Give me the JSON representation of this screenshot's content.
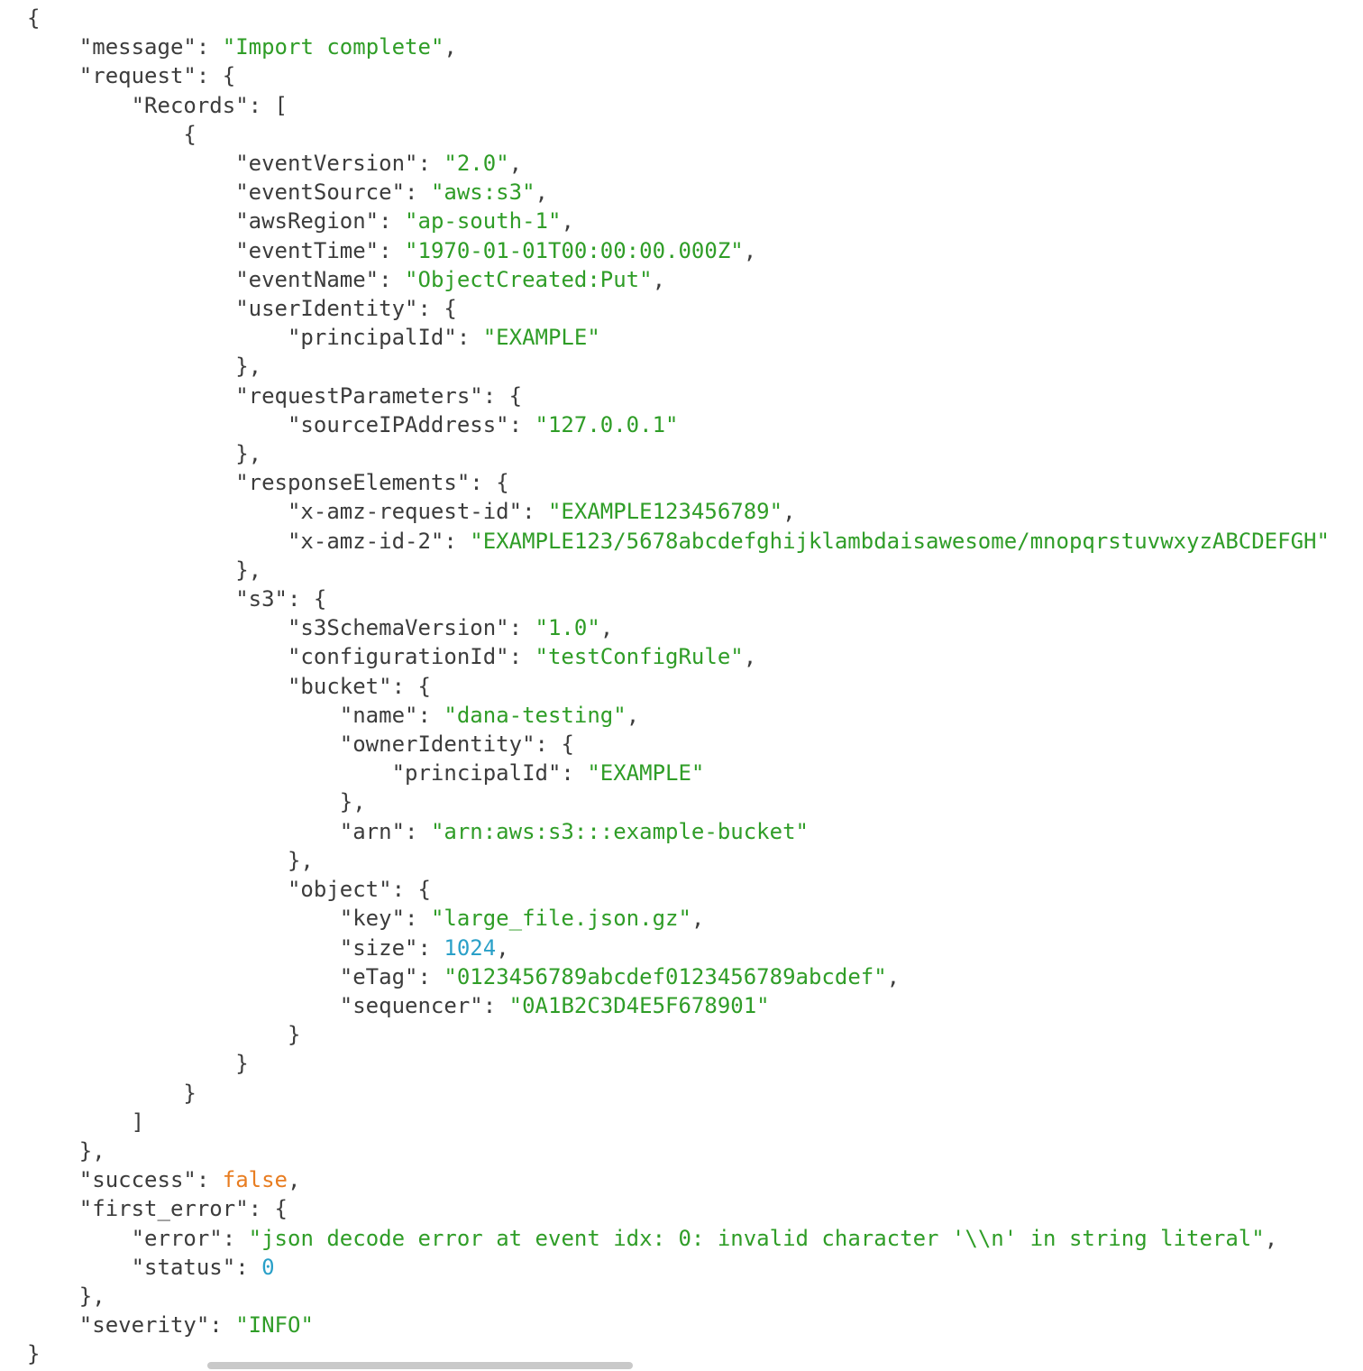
{
  "code_viewer": {
    "language": "json",
    "indent_size": 4,
    "token_colors": {
      "key": "#3c3c3c",
      "punctuation": "#3c3c3c",
      "string": "#2f9d27",
      "number": "#2aa0c8",
      "boolean": "#e87d21"
    },
    "lines": [
      [
        0,
        [
          "d",
          "{"
        ]
      ],
      [
        1,
        [
          "k",
          "\"message\""
        ],
        [
          "d",
          ": "
        ],
        [
          "s",
          "\"Import complete\""
        ],
        [
          "d",
          ","
        ]
      ],
      [
        1,
        [
          "k",
          "\"request\""
        ],
        [
          "d",
          ": "
        ],
        [
          "d",
          "{"
        ]
      ],
      [
        2,
        [
          "k",
          "\"Records\""
        ],
        [
          "d",
          ": "
        ],
        [
          "d",
          "["
        ]
      ],
      [
        3,
        [
          "d",
          "{"
        ]
      ],
      [
        4,
        [
          "k",
          "\"eventVersion\""
        ],
        [
          "d",
          ": "
        ],
        [
          "s",
          "\"2.0\""
        ],
        [
          "d",
          ","
        ]
      ],
      [
        4,
        [
          "k",
          "\"eventSource\""
        ],
        [
          "d",
          ": "
        ],
        [
          "s",
          "\"aws:s3\""
        ],
        [
          "d",
          ","
        ]
      ],
      [
        4,
        [
          "k",
          "\"awsRegion\""
        ],
        [
          "d",
          ": "
        ],
        [
          "s",
          "\"ap-south-1\""
        ],
        [
          "d",
          ","
        ]
      ],
      [
        4,
        [
          "k",
          "\"eventTime\""
        ],
        [
          "d",
          ": "
        ],
        [
          "s",
          "\"1970-01-01T00:00:00.000Z\""
        ],
        [
          "d",
          ","
        ]
      ],
      [
        4,
        [
          "k",
          "\"eventName\""
        ],
        [
          "d",
          ": "
        ],
        [
          "s",
          "\"ObjectCreated:Put\""
        ],
        [
          "d",
          ","
        ]
      ],
      [
        4,
        [
          "k",
          "\"userIdentity\""
        ],
        [
          "d",
          ": "
        ],
        [
          "d",
          "{"
        ]
      ],
      [
        5,
        [
          "k",
          "\"principalId\""
        ],
        [
          "d",
          ": "
        ],
        [
          "s",
          "\"EXAMPLE\""
        ]
      ],
      [
        4,
        [
          "d",
          "},"
        ]
      ],
      [
        4,
        [
          "k",
          "\"requestParameters\""
        ],
        [
          "d",
          ": "
        ],
        [
          "d",
          "{"
        ]
      ],
      [
        5,
        [
          "k",
          "\"sourceIPAddress\""
        ],
        [
          "d",
          ": "
        ],
        [
          "s",
          "\"127.0.0.1\""
        ]
      ],
      [
        4,
        [
          "d",
          "},"
        ]
      ],
      [
        4,
        [
          "k",
          "\"responseElements\""
        ],
        [
          "d",
          ": "
        ],
        [
          "d",
          "{"
        ]
      ],
      [
        5,
        [
          "k",
          "\"x-amz-request-id\""
        ],
        [
          "d",
          ": "
        ],
        [
          "s",
          "\"EXAMPLE123456789\""
        ],
        [
          "d",
          ","
        ]
      ],
      [
        5,
        [
          "k",
          "\"x-amz-id-2\""
        ],
        [
          "d",
          ": "
        ],
        [
          "s",
          "\"EXAMPLE123/5678abcdefghijklambdaisawesome/mnopqrstuvwxyzABCDEFGH\""
        ]
      ],
      [
        4,
        [
          "d",
          "},"
        ]
      ],
      [
        4,
        [
          "k",
          "\"s3\""
        ],
        [
          "d",
          ": "
        ],
        [
          "d",
          "{"
        ]
      ],
      [
        5,
        [
          "k",
          "\"s3SchemaVersion\""
        ],
        [
          "d",
          ": "
        ],
        [
          "s",
          "\"1.0\""
        ],
        [
          "d",
          ","
        ]
      ],
      [
        5,
        [
          "k",
          "\"configurationId\""
        ],
        [
          "d",
          ": "
        ],
        [
          "s",
          "\"testConfigRule\""
        ],
        [
          "d",
          ","
        ]
      ],
      [
        5,
        [
          "k",
          "\"bucket\""
        ],
        [
          "d",
          ": "
        ],
        [
          "d",
          "{"
        ]
      ],
      [
        6,
        [
          "k",
          "\"name\""
        ],
        [
          "d",
          ": "
        ],
        [
          "s",
          "\"dana-testing\""
        ],
        [
          "d",
          ","
        ]
      ],
      [
        6,
        [
          "k",
          "\"ownerIdentity\""
        ],
        [
          "d",
          ": "
        ],
        [
          "d",
          "{"
        ]
      ],
      [
        7,
        [
          "k",
          "\"principalId\""
        ],
        [
          "d",
          ": "
        ],
        [
          "s",
          "\"EXAMPLE\""
        ]
      ],
      [
        6,
        [
          "d",
          "},"
        ]
      ],
      [
        6,
        [
          "k",
          "\"arn\""
        ],
        [
          "d",
          ": "
        ],
        [
          "s",
          "\"arn:aws:s3:::example-bucket\""
        ]
      ],
      [
        5,
        [
          "d",
          "},"
        ]
      ],
      [
        5,
        [
          "k",
          "\"object\""
        ],
        [
          "d",
          ": "
        ],
        [
          "d",
          "{"
        ]
      ],
      [
        6,
        [
          "k",
          "\"key\""
        ],
        [
          "d",
          ": "
        ],
        [
          "s",
          "\"large_file.json.gz\""
        ],
        [
          "d",
          ","
        ]
      ],
      [
        6,
        [
          "k",
          "\"size\""
        ],
        [
          "d",
          ": "
        ],
        [
          "n",
          "1024"
        ],
        [
          "d",
          ","
        ]
      ],
      [
        6,
        [
          "k",
          "\"eTag\""
        ],
        [
          "d",
          ": "
        ],
        [
          "s",
          "\"0123456789abcdef0123456789abcdef\""
        ],
        [
          "d",
          ","
        ]
      ],
      [
        6,
        [
          "k",
          "\"sequencer\""
        ],
        [
          "d",
          ": "
        ],
        [
          "s",
          "\"0A1B2C3D4E5F678901\""
        ]
      ],
      [
        5,
        [
          "d",
          "}"
        ]
      ],
      [
        4,
        [
          "d",
          "}"
        ]
      ],
      [
        3,
        [
          "d",
          "}"
        ]
      ],
      [
        2,
        [
          "d",
          "]"
        ]
      ],
      [
        1,
        [
          "d",
          "},"
        ]
      ],
      [
        1,
        [
          "k",
          "\"success\""
        ],
        [
          "d",
          ": "
        ],
        [
          "b",
          "false"
        ],
        [
          "d",
          ","
        ]
      ],
      [
        1,
        [
          "k",
          "\"first_error\""
        ],
        [
          "d",
          ": "
        ],
        [
          "d",
          "{"
        ]
      ],
      [
        2,
        [
          "k",
          "\"error\""
        ],
        [
          "d",
          ": "
        ],
        [
          "s",
          "\"json decode error at event idx: 0: invalid character '\\\\n' in string literal\""
        ],
        [
          "d",
          ","
        ]
      ],
      [
        2,
        [
          "k",
          "\"status\""
        ],
        [
          "d",
          ": "
        ],
        [
          "n",
          "0"
        ]
      ],
      [
        1,
        [
          "d",
          "},"
        ]
      ],
      [
        1,
        [
          "k",
          "\"severity\""
        ],
        [
          "d",
          ": "
        ],
        [
          "s",
          "\"INFO\""
        ]
      ],
      [
        0,
        [
          "d",
          "}"
        ]
      ]
    ]
  },
  "scrollbar": {
    "horizontal_visible": true
  }
}
